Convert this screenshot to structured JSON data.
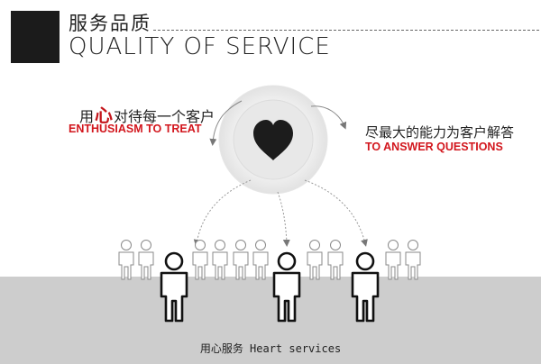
{
  "header": {
    "title_cn": "服务品质",
    "title_en": "QUALITY OF SERVICE"
  },
  "left_caption": {
    "cn_prefix": "用",
    "cn_highlight": "心",
    "cn_suffix": "对待每一个客户",
    "en": "ENTHUSIASM TO TREAT"
  },
  "right_caption": {
    "cn": "尽最大的能力为客户解答",
    "en": "TO ANSWER QUESTIONS"
  },
  "footer": {
    "text": "用心服务 Heart services"
  },
  "icons": {
    "center": "heart-icon",
    "people": "person-icon"
  },
  "colors": {
    "accent_red": "#d2161d",
    "header_block": "#1b1b1b",
    "floor": "#cdcdcd"
  }
}
